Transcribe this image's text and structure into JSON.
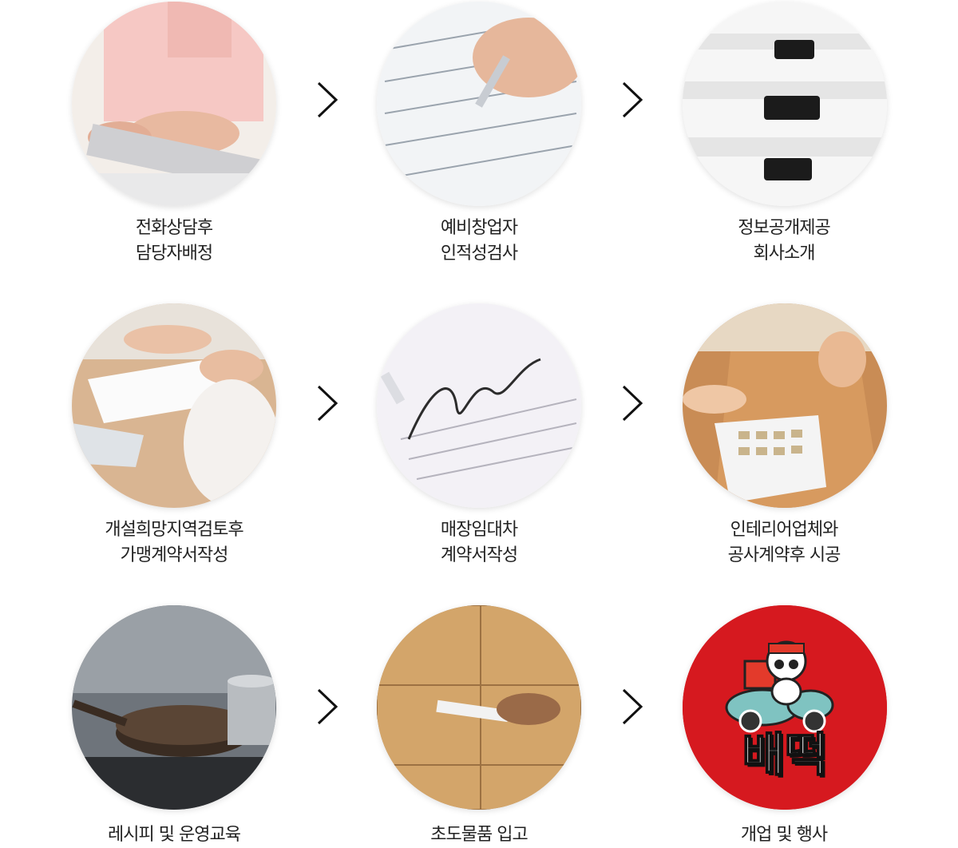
{
  "steps": [
    {
      "icon": "typing-photo",
      "line1": "전화상담후",
      "line2": "담당자배정"
    },
    {
      "icon": "form-writing-photo",
      "line1": "예비창업자",
      "line2": "인적성검사"
    },
    {
      "icon": "document-stack-photo",
      "line1": "정보공개제공",
      "line2": "회사소개"
    },
    {
      "icon": "meeting-photo",
      "line1": "개설희망지역검토후",
      "line2": "가맹계약서작성"
    },
    {
      "icon": "signature-photo",
      "line1": "매장임대차",
      "line2": "계약서작성"
    },
    {
      "icon": "interior-photo",
      "line1": "인테리어업체와",
      "line2": "공사계약후 시공"
    },
    {
      "icon": "cooking-photo",
      "line1": "레시피 및 운영교육",
      "line2": ""
    },
    {
      "icon": "boxes-photo",
      "line1": "초도물품 입고",
      "line2": ""
    },
    {
      "icon": "logo",
      "line1": "개업 및 행사",
      "line2": "",
      "logo_text": "배떡"
    }
  ],
  "colors": {
    "logo_red": "#d6191f",
    "arrow": "#111111"
  }
}
